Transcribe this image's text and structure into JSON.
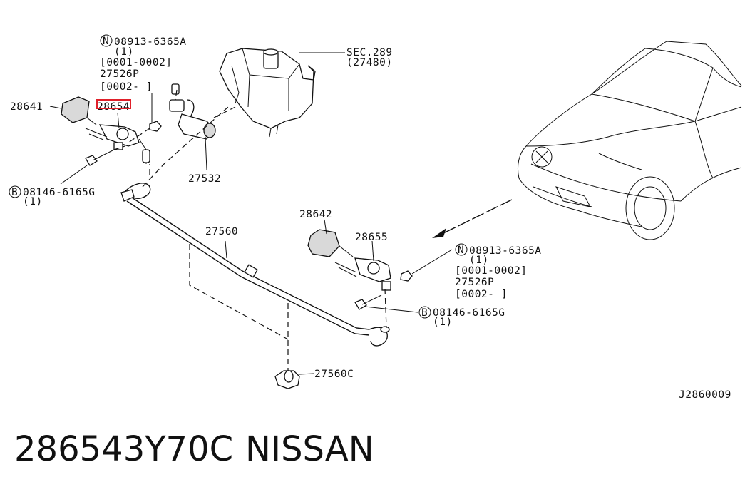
{
  "labels": {
    "nut_a_code": "08913-6365A",
    "nut_a_qty": "(1)",
    "nut_a_range1": "[0001-0002]",
    "nut_a_part": "27526P",
    "nut_a_range2": "[0002-    ]",
    "sec289": "SEC.289",
    "sec289_sub": "(27480)",
    "p28641": "28641",
    "p28654": "28654",
    "p27532": "27532",
    "bolt_a_code": "08146-6165G",
    "bolt_a_qty": "(1)",
    "p27560": "27560",
    "p28642": "28642",
    "p28655": "28655",
    "nut_b_code": "08913-6365A",
    "nut_b_qty": "(1)",
    "nut_b_range1": "[0001-0002]",
    "nut_b_part": "27526P",
    "nut_b_range2": "[0002-    ]",
    "bolt_b_code": "08146-6165G",
    "bolt_b_qty": "(1)",
    "p27560c": "27560C",
    "diagram_id": "J2860009",
    "circle_n": "N",
    "circle_b": "B"
  },
  "footer": {
    "part_number": "286543Y70C",
    "brand": "NISSAN"
  },
  "highlight_color": "#e0202a"
}
